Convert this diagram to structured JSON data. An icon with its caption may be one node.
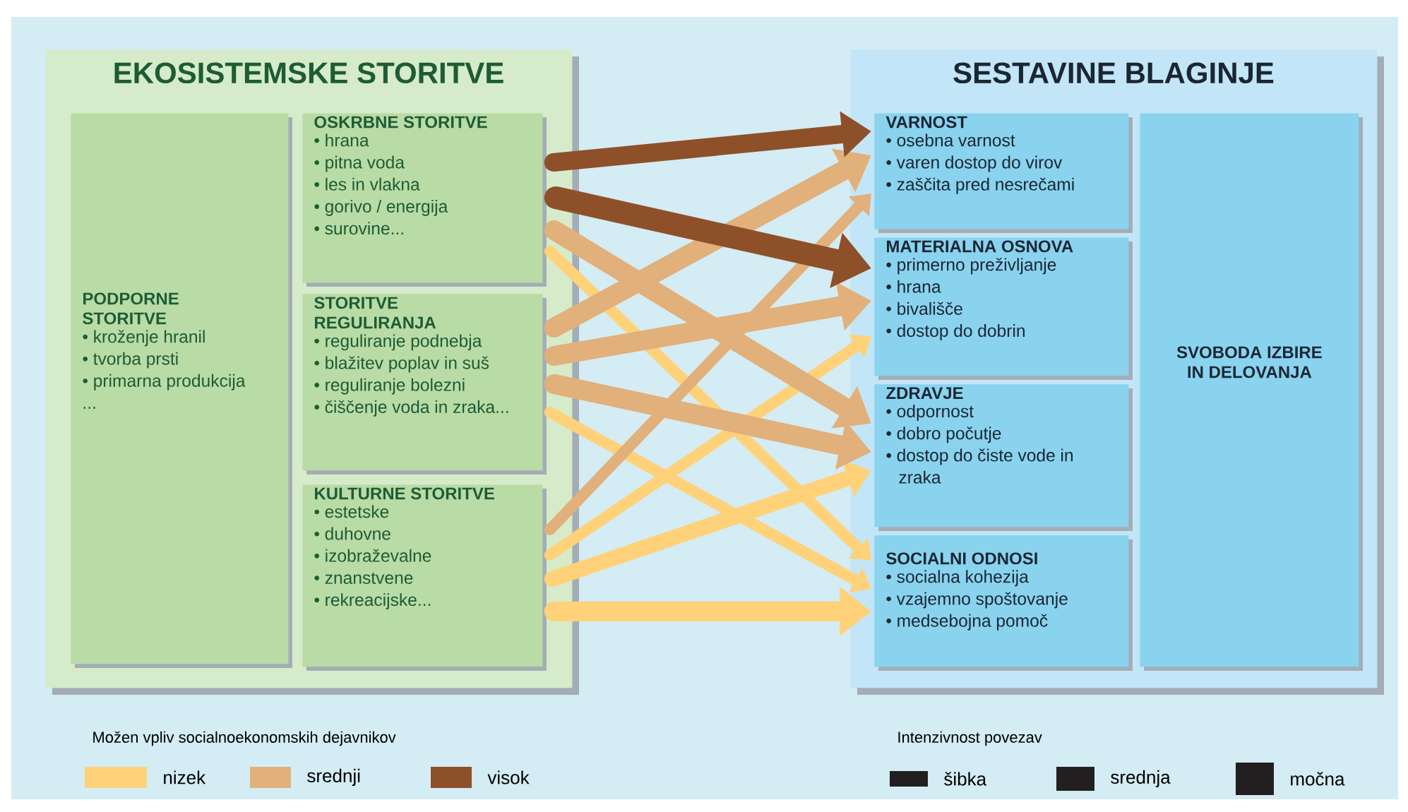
{
  "diagram": {
    "nodes": [
      {
        "text": [
          "EKOSISTEMSKE STORITVE"
        ]
      },
      {
        "text": [
          "PODPORNE STORITVE",
          "• kroženje hranil",
          "• tvorba prsti",
          "• primarna produkcija",
          "..."
        ],
        "in": 0
      },
      {
        "text": [
          "OSKRBNE STORITVE",
          "• hrana",
          "• pitna voda",
          "• les in vlakna",
          "• gorivo / energija",
          "• surovine..."
        ],
        "in": 0
      },
      {
        "text": [
          "STORITVE REGULIRANJA",
          "• reguliranje podnebja",
          "• blažitev poplav in suš",
          "• reguliranje bolezni",
          "• čiščenje voda in zraka..."
        ],
        "in": 0
      },
      {
        "text": [
          "KULTURNE STORITVE",
          "• estetske",
          "• duhovne",
          "• izobraževalne",
          "• znanstvene",
          "• rekreacijske..."
        ],
        "in": 0
      },
      {
        "text": [
          "SESTAVINE BLAGINJE"
        ]
      },
      {
        "text": [
          "VARNOST",
          "• osebna varnost",
          "• varen dostop do virov",
          "• zaščita pred nesrečami"
        ],
        "in": 5
      },
      {
        "text": [
          "MATERIALNA OSNOVA",
          "• primerno preživljanje",
          "• hrana",
          "• bivališče",
          "• dostop do dobrin"
        ],
        "in": 5
      },
      {
        "text": [
          "ZDRAVJE",
          "• odpornost",
          "• dobro počutje",
          "• dostop do čiste vode in zraka"
        ],
        "in": 5
      },
      {
        "text": [
          "SOCIALNI ODNOSI",
          "• socialna kohezija",
          "• vzajemno spoštovanje",
          "• medsebojna pomoč"
        ],
        "in": 5
      },
      {
        "text": [
          "SVOBODA IZBIRE IN DELOVANJA"
        ],
        "in": 5
      }
    ],
    "edges": [
      {
        "from": 2,
        "to": 9,
        "arrow": "to",
        "color": "#ffd27a"
      },
      {
        "from": 3,
        "to": 9,
        "arrow": "to",
        "color": "#ffd27a"
      },
      {
        "from": 4,
        "to": 7,
        "arrow": "to",
        "color": "#ffd27a"
      },
      {
        "from": 4,
        "to": 8,
        "arrow": "to",
        "color": "#ffd27a"
      },
      {
        "from": 4,
        "to": 9,
        "arrow": "to",
        "color": "#ffd27a"
      },
      {
        "from": 2,
        "to": 8,
        "arrow": "to",
        "color": "#e2b07b"
      },
      {
        "from": 3,
        "to": 6,
        "arrow": "to",
        "color": "#e2b07b"
      },
      {
        "from": 3,
        "to": 7,
        "arrow": "to",
        "color": "#e2b07b"
      },
      {
        "from": 3,
        "to": 8,
        "arrow": "to",
        "color": "#e2b07b"
      },
      {
        "from": 4,
        "to": 6,
        "arrow": "to",
        "color": "#e2b07b"
      },
      {
        "from": 2,
        "to": 6,
        "arrow": "to",
        "color": "#8e5029"
      },
      {
        "from": 2,
        "to": 7,
        "arrow": "to",
        "color": "#8e5029"
      }
    ],
    "labels": [
      "Možen vpliv socialnoekonomskih dejavnikov",
      "Intenzivnost povezav"
    ],
    "legend": [
      {
        "text": "nizek",
        "color": "#ffd27a"
      },
      {
        "text": "srednji",
        "color": "#e2b07b"
      },
      {
        "text": "visok",
        "color": "#8e5029"
      },
      {
        "text": "šibka",
        "color": "#231f20"
      },
      {
        "text": "srednja",
        "color": "#231f20"
      },
      {
        "text": "močna",
        "color": "#231f20"
      }
    ]
  }
}
